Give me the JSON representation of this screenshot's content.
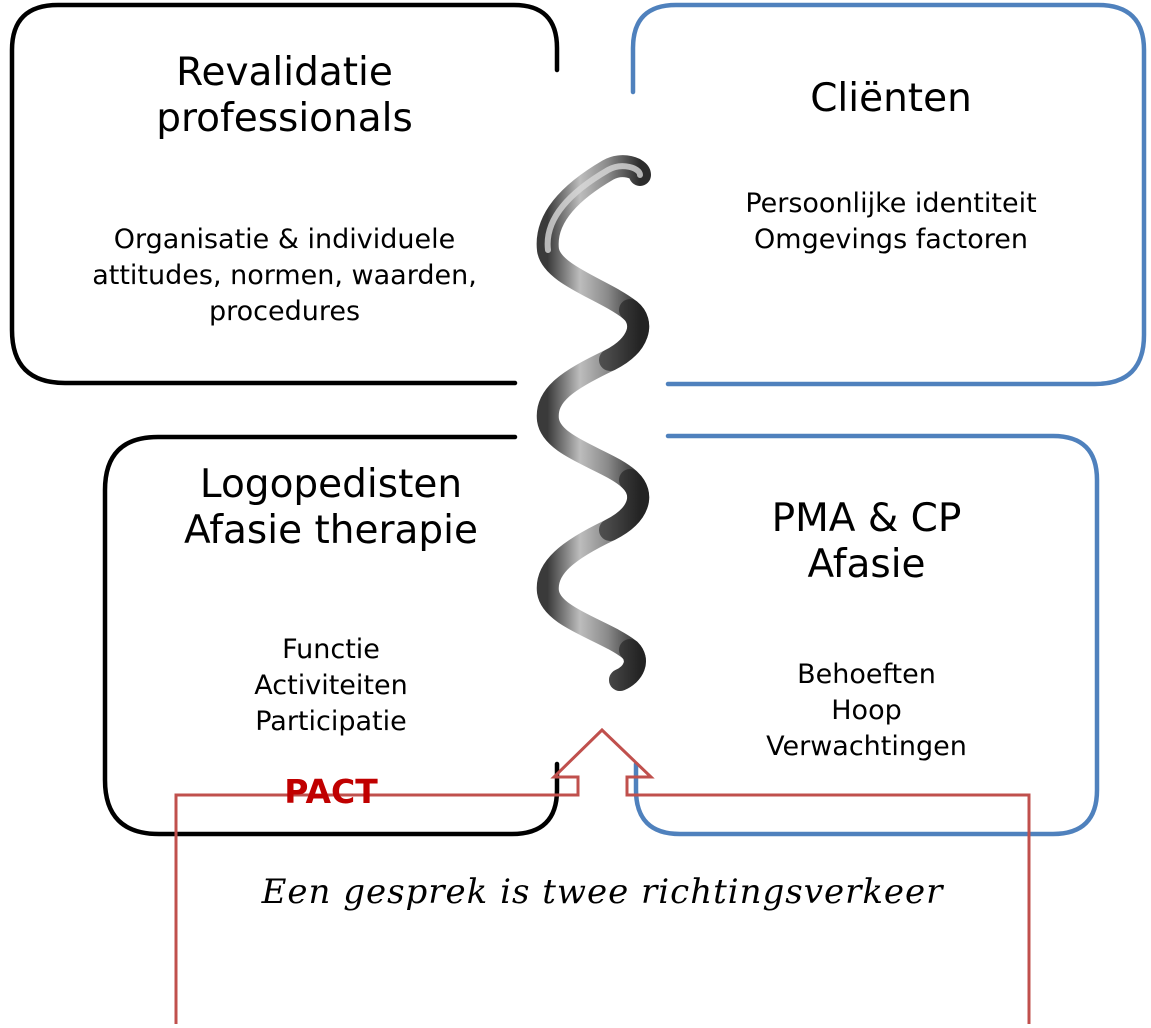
{
  "boxes": {
    "revalidatie": {
      "title_line1": "Revalidatie",
      "title_line2": "professionals",
      "body_line1": "Organisatie & individuele",
      "body_line2": "attitudes, normen, waarden,",
      "body_line3": "procedures",
      "border_color": "#000000"
    },
    "clienten": {
      "title": "Cliënten",
      "body_line1": "Persoonlijke identiteit",
      "body_line2": "Omgevings factoren",
      "border_color": "#4f81bd"
    },
    "logopedisten": {
      "title_line1": "Logopedisten",
      "title_line2": "Afasie therapie",
      "body_line1": "Functie",
      "body_line2": "Activiteiten",
      "body_line3": "Participatie",
      "highlight": "PACT",
      "highlight_color": "#c00000",
      "border_color": "#000000"
    },
    "pma": {
      "title_line1": "PMA & CP",
      "title_line2": "Afasie",
      "body_line1": "Behoeften",
      "body_line2": "Hoop",
      "body_line3": "Verwachtingen",
      "border_color": "#4f81bd"
    }
  },
  "helix": {
    "icon": "helix-spiral-icon",
    "color": "#7a7a7a"
  },
  "callout": {
    "text": "Een gesprek is twee richtingsverkeer",
    "border_color": "#c0504d",
    "icon": "up-arrow-icon"
  }
}
